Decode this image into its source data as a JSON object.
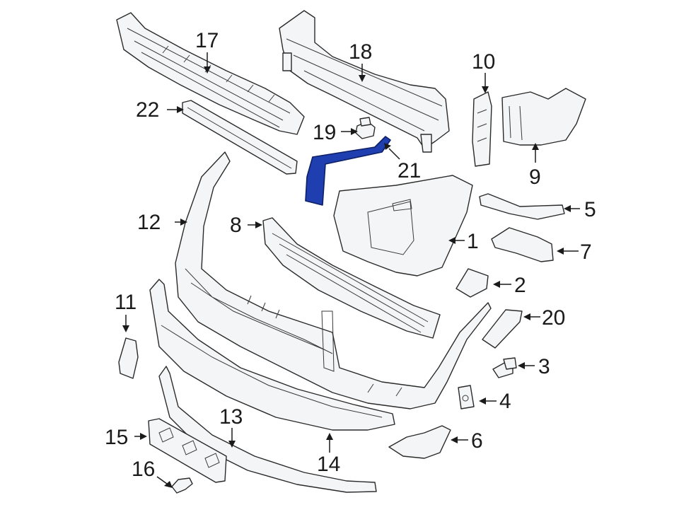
{
  "diagram": {
    "highlight_color": "#1f3fb0",
    "callouts": {
      "c1": "1",
      "c2": "2",
      "c3": "3",
      "c4": "4",
      "c5": "5",
      "c6": "6",
      "c7": "7",
      "c8": "8",
      "c9": "9",
      "c10": "10",
      "c11": "11",
      "c12": "12",
      "c13": "13",
      "c14": "14",
      "c15": "15",
      "c16": "16",
      "c17": "17",
      "c18": "18",
      "c19": "19",
      "c20": "20",
      "c21": "21",
      "c22": "22"
    }
  }
}
